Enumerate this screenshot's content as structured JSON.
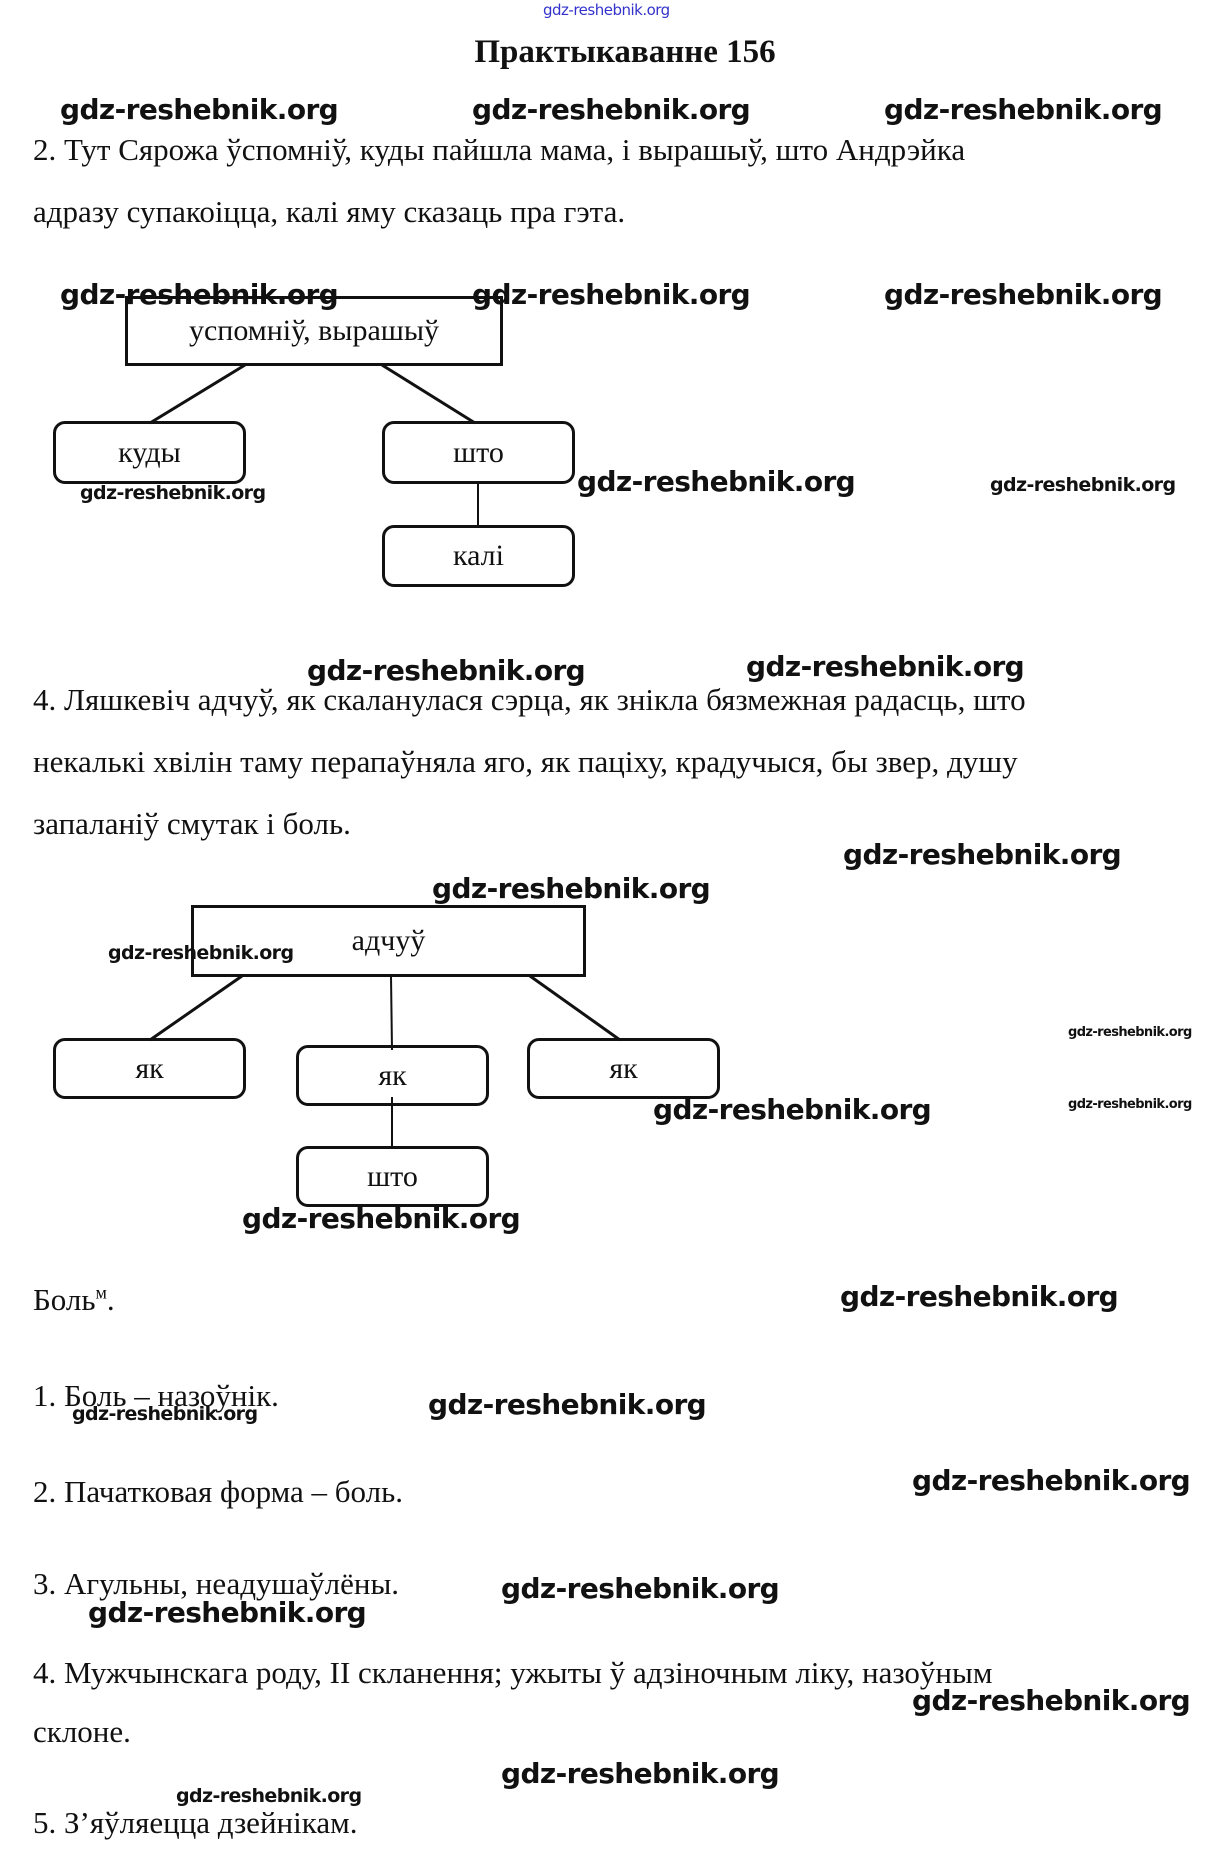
{
  "header": {
    "site_watermark": "gdz-reshebnik.org",
    "title": "Практыкаванне 156"
  },
  "watermark_text": "gdz-reshebnik.org",
  "section2": {
    "line1": "2. Тут Сярожа ўспомніў, куды пайшла мама, і вырашыў, што Андрэйка",
    "line2": "адразу супакоіцца, калі яму сказаць пра гэта.",
    "diagram": {
      "root": "успомніў, вырашыў",
      "children": [
        "куды",
        "што"
      ],
      "grandchild": "калі"
    }
  },
  "section4": {
    "line1": "4. Ляшкевіч адчуў, як скаланулася сэрца, як знікла бязмежная радасць, што",
    "line2": "некалькі хвілін таму перапаўняла яго, як паціху, крадучыся, бы звер, душу",
    "line3": "запаланіў смутак і боль.",
    "diagram": {
      "root": "адчуў",
      "children": [
        "як",
        "як",
        "як"
      ],
      "grandchild": "што"
    }
  },
  "analysis": {
    "word": "Боль",
    "word_mark": "м",
    "word_end": ".",
    "items": [
      "1. Боль – назоўнік.",
      "2. Пачатковая форма – боль.",
      "3. Агульны, неадушаўлёны.",
      "4. Мужчынскага роду, II скланення; ужыты ў адзіночным ліку, назоўным",
      "склоне.",
      "5. З’яўляецца дзейнікам."
    ]
  }
}
